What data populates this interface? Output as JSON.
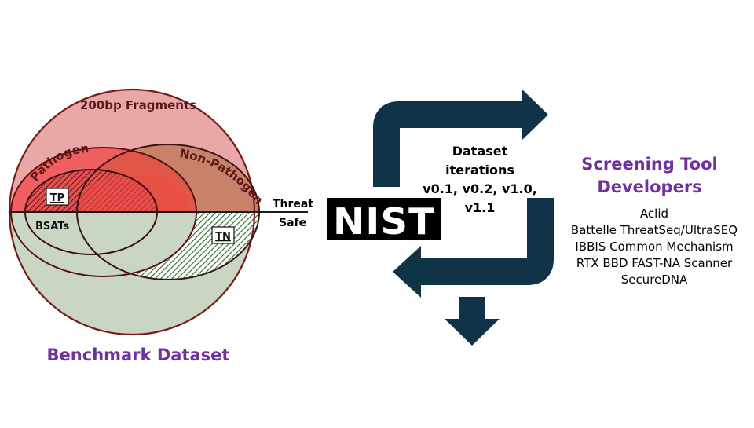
{
  "venn": {
    "outer_label": "200bp Fragments",
    "pathogens_label": "Pathogens",
    "non_pathogens_label": "Non-Pathogens",
    "bsats_label": "BSATs",
    "tp_label": "TP",
    "tn_label": "TN",
    "threat_label": "Threat",
    "safe_label": "Safe",
    "caption": "Benchmark Dataset"
  },
  "nist": {
    "logo_text": "NIST"
  },
  "iterations": {
    "lines": [
      "Dataset",
      "iterations",
      "v0.1, v0.2, v1.0,",
      "v1.1"
    ]
  },
  "developers": {
    "title_lines": [
      "Screening Tool",
      "Developers"
    ],
    "items": [
      "Aclid",
      "Battelle ThreatSeq/UltraSEQ",
      "IBBIS Common Mechanism",
      "RTX BBD FAST-NA Scanner",
      "SecureDNA"
    ]
  },
  "colors": {
    "purple": "#7030a0",
    "arrow_navy": "#0f3448",
    "outer_fill": "#e8a8a8",
    "safe_fill": "#c9d6c4",
    "dark_red": "#7a1a1a",
    "nonpath_fill": "#c8826a",
    "pathogen_fill": "#ef5f5f",
    "hatch_green": "#2d6a2d"
  }
}
